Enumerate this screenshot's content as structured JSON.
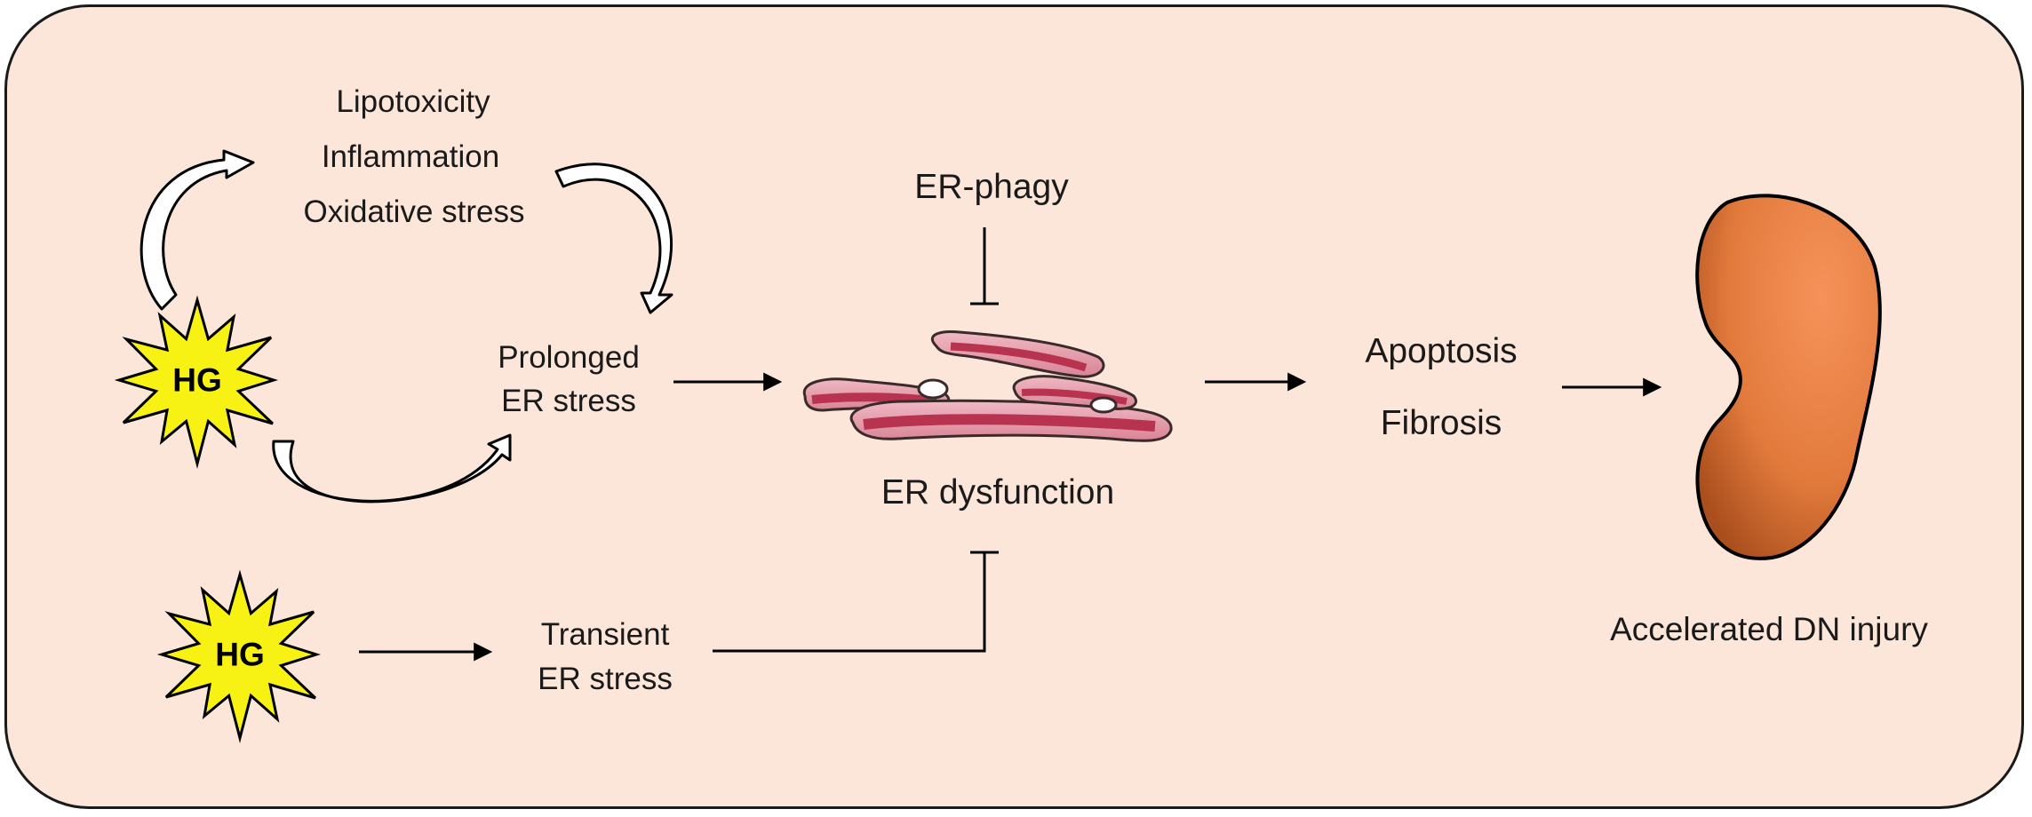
{
  "diagram": {
    "hg_top": "HG",
    "hg_bottom": "HG",
    "stressors": [
      "Lipotoxicity",
      "Inflammation",
      "Oxidative stress"
    ],
    "prolonged": [
      "Prolonged",
      "ER stress"
    ],
    "transient": [
      "Transient",
      "ER stress"
    ],
    "er_phagy": "ER-phagy",
    "er_dysfunction": "ER dysfunction",
    "outcomes": [
      "Apoptosis",
      "Fibrosis"
    ],
    "injury": "Accelerated DN injury"
  },
  "colors": {
    "background": "#fce6da",
    "hg_star": "#f7f213",
    "er_membrane": "#e8a3b0",
    "er_lumen": "#b8334f",
    "kidney": "#e37a3b"
  }
}
